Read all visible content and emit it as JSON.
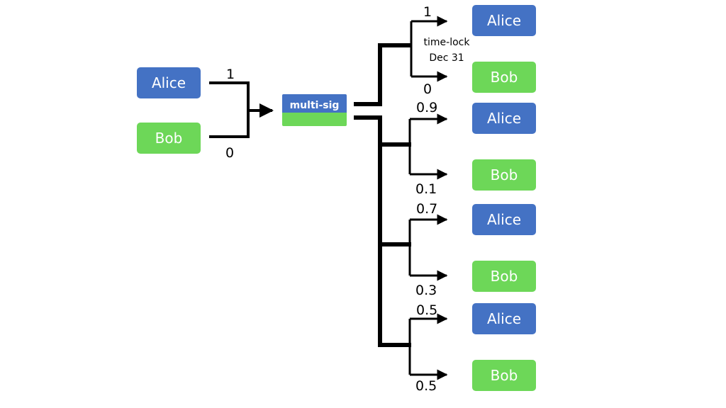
{
  "colors": {
    "alice": "#4472c4",
    "bob": "#6dd758",
    "line": "#000000"
  },
  "inputs": {
    "alice": {
      "name": "Alice",
      "amount": "1"
    },
    "bob": {
      "name": "Bob",
      "amount": "0"
    }
  },
  "contract": {
    "label": "multi-sig"
  },
  "outcomes": [
    {
      "alice_name": "Alice",
      "bob_name": "Bob",
      "alice_amount": "1",
      "bob_amount": "0",
      "note_line1": "time-lock",
      "note_line2": "Dec 31"
    },
    {
      "alice_name": "Alice",
      "bob_name": "Bob",
      "alice_amount": "0.9",
      "bob_amount": "0.1"
    },
    {
      "alice_name": "Alice",
      "bob_name": "Bob",
      "alice_amount": "0.7",
      "bob_amount": "0.3"
    },
    {
      "alice_name": "Alice",
      "bob_name": "Bob",
      "alice_amount": "0.5",
      "bob_amount": "0.5"
    }
  ]
}
